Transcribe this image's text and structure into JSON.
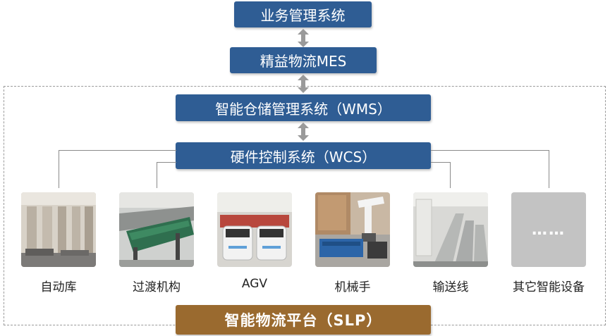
{
  "layers": {
    "business": "业务管理系统",
    "mes": "精益物流MES",
    "wms": "智能仓储管理系统（WMS）",
    "wcs": "硬件控制系统（WCS）"
  },
  "platform": "智能物流平台（SLP）",
  "devices": [
    {
      "label": "自动库",
      "icon": "automated-warehouse-photo"
    },
    {
      "label": "过渡机构",
      "icon": "transfer-mechanism-photo"
    },
    {
      "label": "AGV",
      "icon": "agv-photo"
    },
    {
      "label": "机械手",
      "icon": "robot-arm-photo"
    },
    {
      "label": "输送线",
      "icon": "conveyor-line-photo"
    },
    {
      "label": "其它智能设备",
      "icon": "other-device-placeholder",
      "placeholder": "……"
    }
  ],
  "colors": {
    "layer_box": "#2f5d94",
    "platform_box": "#9a6a2f",
    "arrow": "#9a9a9a",
    "connector": "#8a8a8a"
  }
}
